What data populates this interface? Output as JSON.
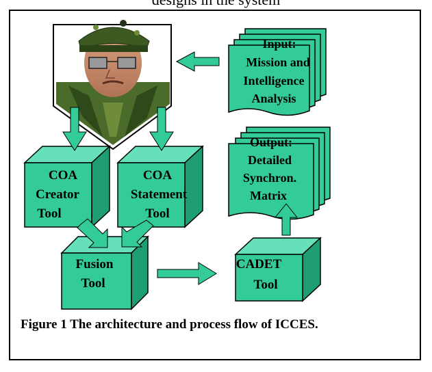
{
  "top_text": "designs in the system",
  "boxes": {
    "coa_creator": [
      "COA",
      "Creator",
      "Tool"
    ],
    "coa_statement": [
      "COA",
      "Statement",
      "Tool"
    ],
    "fusion": [
      "Fusion",
      "Tool"
    ],
    "cadet": [
      "CADET",
      "Tool"
    ]
  },
  "documents": {
    "input": [
      "Input:",
      "Mission and",
      "Intelligence",
      "Analysis"
    ],
    "output": [
      "Output:",
      "Detailed",
      "Synchron.",
      "Matrix"
    ]
  },
  "caption": "Figure 1 The architecture and process flow of ICCES.",
  "colors": {
    "box_fill": "#33cc99",
    "box_top": "#66e0bb",
    "box_side": "#1f9e72",
    "arrow": "#33cc99",
    "outline": "#000000"
  }
}
